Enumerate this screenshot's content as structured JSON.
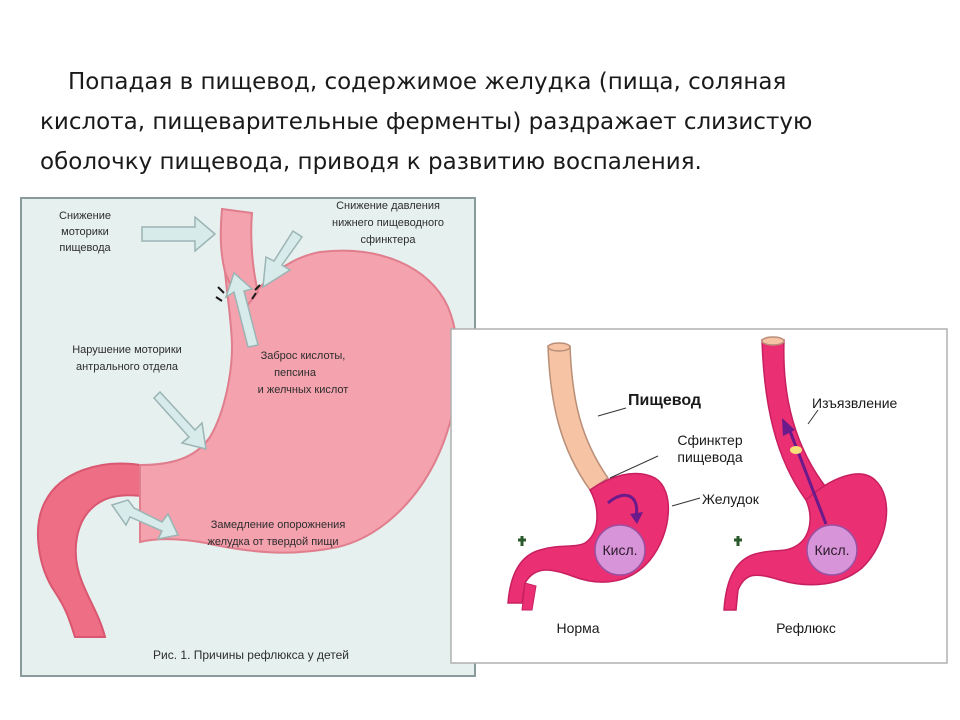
{
  "slide": {
    "paragraph_lines": [
      "Попадая в пищевод, содержимое желудка (пища, соляная",
      "кислота, пищеварительные ферменты) раздражает слизистую",
      "оболочку пищевода, приводя к развитию воспаления."
    ]
  },
  "figure_left": {
    "labels": {
      "motility_1": "Снижение",
      "motility_2": "моторики",
      "motility_3": "пищевода",
      "sphincter_1": "Снижение давления",
      "sphincter_2": "нижнего пищеводного",
      "sphincter_3": "сфинктера",
      "antral_1": "Нарушение моторики",
      "antral_2": "антрального отдела",
      "reflux_1": "Заброс кислоты,",
      "reflux_2": "пепсина",
      "reflux_3": "и желчных кислот",
      "emptying_1": "Замедление опорожнения",
      "emptying_2": "желудка от твердой пищи"
    },
    "caption": "Рис. 1. Причины рефлюкса у детей",
    "colors": {
      "background": "#e6f0ef",
      "stomach": "#f3a2ae",
      "arrow": "#d8ebeb",
      "arrow_stroke": "#9bb4b4"
    }
  },
  "figure_right": {
    "labels": {
      "esophagus": "Пищевод",
      "sphincter_1": "Сфинктер",
      "sphincter_2": "пищевода",
      "ulcer": "Изъязвление",
      "stomach": "Желудок",
      "acid": "Кисл.",
      "acid2": "Кисл.",
      "normal": "Норма",
      "reflux": "Рефлюкс"
    },
    "colors": {
      "esophagus": "#f6c3a5",
      "stomach": "#ea2f73",
      "acid": "#d894d8",
      "arrow": "#6a1a8a"
    }
  }
}
